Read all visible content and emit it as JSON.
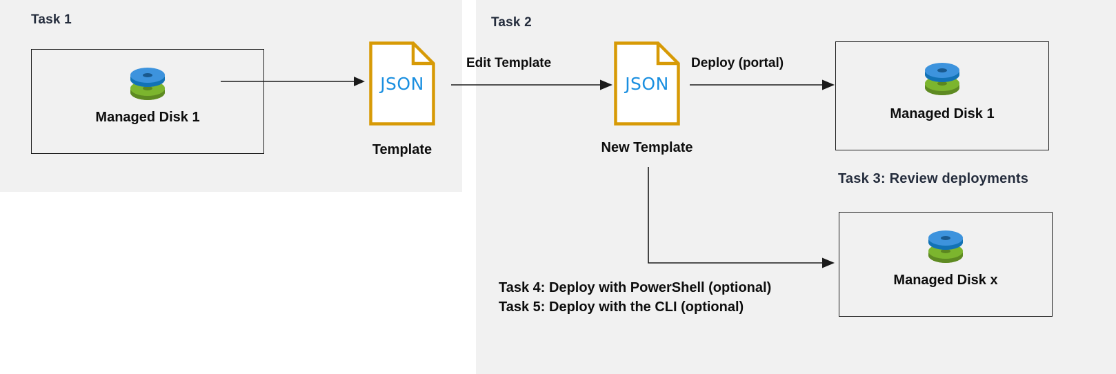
{
  "diagram": {
    "title_not_shown": "",
    "background": "#ffffff",
    "panel_fill": "#f1f1f1",
    "accent_amber": "#d79a06",
    "accent_blue": "#1a8fe0",
    "disk_blue": "#2f8fdc",
    "disk_green": "#70ad2d",
    "task_label_color": "#252d3d",
    "text_color": "#0d0d0d"
  },
  "panels": {
    "left": {
      "label": "Task 1"
    },
    "right": {
      "label": "Task 2"
    }
  },
  "boxes": [
    {
      "id": "task1-disk",
      "caption": "Managed Disk 1",
      "icon": "managed-disk-icon"
    },
    {
      "id": "task2-disk-portal",
      "caption": "Managed Disk 1",
      "icon": "managed-disk-icon"
    },
    {
      "id": "task2-disk-x",
      "caption": "Managed Disk x",
      "icon": "managed-disk-icon"
    }
  ],
  "files": [
    {
      "id": "template-file",
      "glyph": "JSON",
      "caption": "Template",
      "icon": "json-file-icon"
    },
    {
      "id": "new-template-file",
      "glyph": "JSON",
      "caption": "New Template",
      "icon": "json-file-icon"
    }
  ],
  "arrows": [
    {
      "id": "disk-to-template",
      "label": ""
    },
    {
      "id": "edit-template",
      "label": "Edit Template"
    },
    {
      "id": "deploy-portal",
      "label": "Deploy (portal)"
    },
    {
      "id": "deploy-scripted",
      "label": ""
    }
  ],
  "notes": {
    "task3": "Task 3: Review deployments",
    "task4": "Task 4: Deploy with PowerShell (optional)",
    "task5": "Task 5: Deploy with the CLI (optional)"
  }
}
